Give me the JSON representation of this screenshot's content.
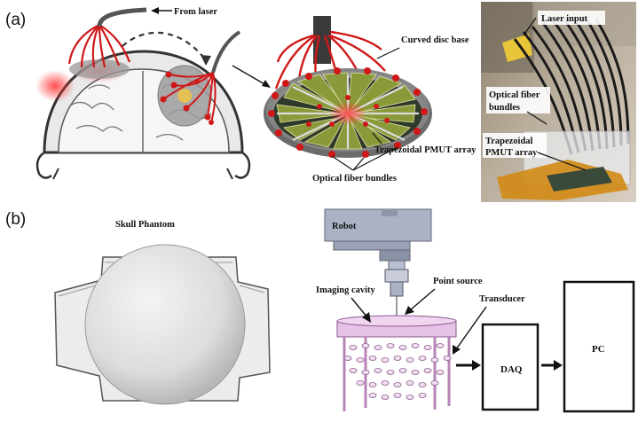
{
  "panel_a": {
    "label": "(a)",
    "from_laser": "From laser",
    "curved_disc_base": "Curved disc base",
    "trapezoidal_pmut_array": "Trapezoidal PMUT array",
    "optical_fiber_bundles": "Optical fiber bundles",
    "photo": {
      "laser_input": "Laser input",
      "optical_fiber_bundles_l1": "Optical fiber",
      "optical_fiber_bundles_l2": "bundles",
      "trapezoidal_l1": "Trapezoidal",
      "trapezoidal_l2": "PMUT array"
    }
  },
  "panel_b": {
    "label": "(b)",
    "skull_phantom": "Skull Phantom",
    "robot": "Robot",
    "imaging_cavity": "Imaging cavity",
    "point_source": "Point source",
    "transducer": "Transducer",
    "daq": "DAQ",
    "pc": "PC"
  },
  "colors": {
    "fiber_red": "#d01818",
    "pmut_green": "#8a9a3a",
    "phantom_gray": "#d8d8d8",
    "cavity_pink": "#e6c2e6",
    "robot_steel": "#a9b2c2"
  }
}
